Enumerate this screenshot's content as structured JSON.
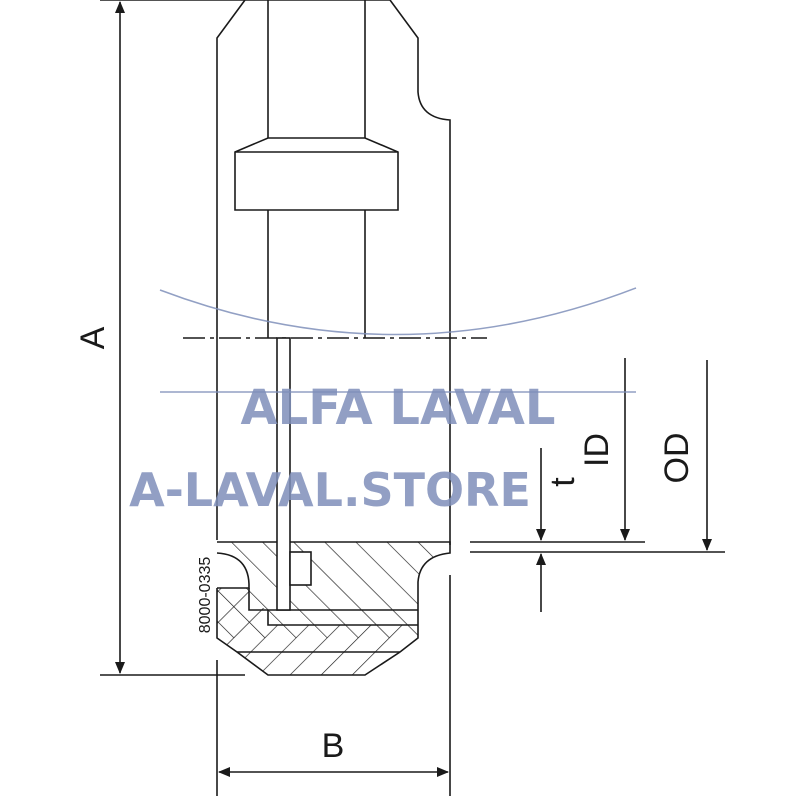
{
  "drawing": {
    "dimensions": {
      "a": "A",
      "b": "B",
      "id": "ID",
      "od": "OD",
      "t": "t"
    },
    "drawing_number": "8000-0335"
  },
  "watermark": {
    "logo_text": "ALFA LAVAL",
    "store_text": "A-LAVAL.STORE",
    "color": "#7f8fba"
  }
}
